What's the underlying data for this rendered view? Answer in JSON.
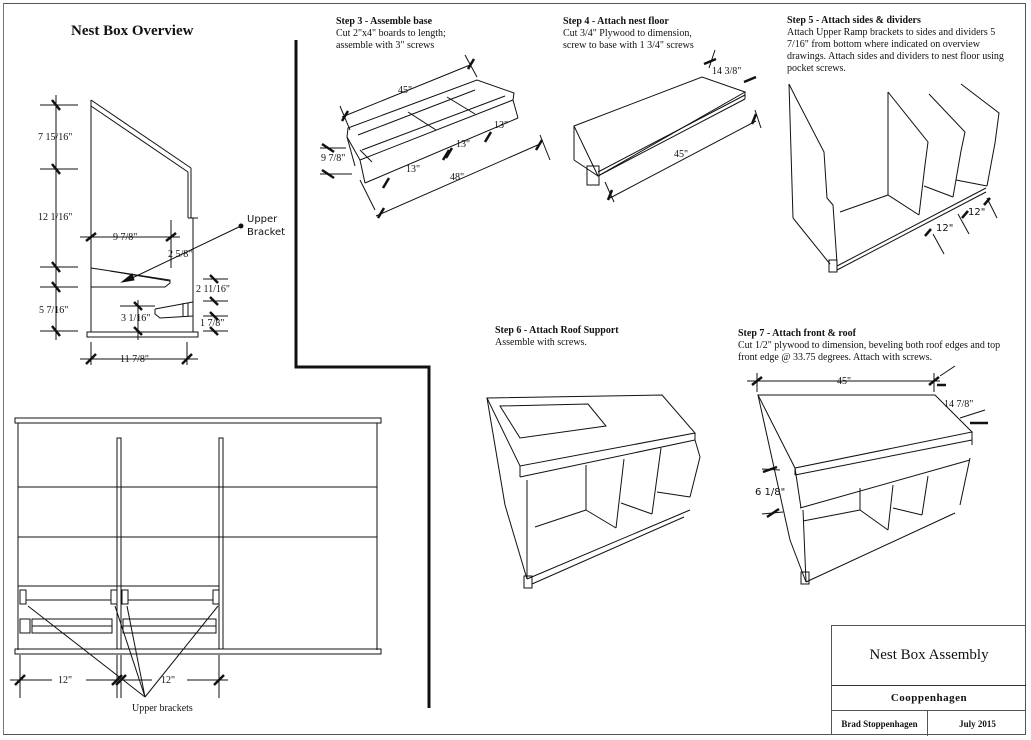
{
  "overview": {
    "title": "Nest Box Overview",
    "side_view_dims": {
      "roof_height": "7 15/16\"",
      "wall_height": "12 1/16\"",
      "lower_height": "5 7/16\"",
      "inner_depth": "9 7/8\"",
      "front_gap": "2 5/8\"",
      "ramp_rise": "2 11/16\"",
      "lip_height": "1 7/8\"",
      "bracket_height": "3 1/16\"",
      "total_depth": "11 7/8\""
    },
    "upper_bracket_label_line1": "Upper",
    "upper_bracket_label_line2": "Bracket",
    "front_view": {
      "left_spacing": "12\"",
      "right_spacing": "12\"",
      "brackets_label": "Upper brackets"
    }
  },
  "steps": [
    {
      "title": "Step 3 - Assemble base",
      "description": "Cut 2\"x4\" boards to length; assemble with 3\" screws",
      "dims": {
        "length": "45\"",
        "width": "9 7/8\"",
        "bay1": "13\"",
        "bay2": "13\"",
        "bay3": "13\"",
        "total": "48\""
      }
    },
    {
      "title": "Step 4 - Attach nest floor",
      "description": "Cut 3/4\" Plywood to dimension, screw to base with 1 3/4\" screws",
      "dims": {
        "depth": "14 3/8\"",
        "length": "45\""
      }
    },
    {
      "title": "Step 5 - Attach sides & dividers",
      "description": "Attach Upper Ramp brackets to sides and dividers 5 7/16\" from bottom where indicated on overview drawings.  Attach sides and dividers to nest floor using pocket screws.",
      "dims": {
        "spacing1": "12\"",
        "spacing2": "12\""
      }
    },
    {
      "title": "Step 6 - Attach Roof Support",
      "description": "Assemble with screws."
    },
    {
      "title": "Step 7 - Attach front & roof",
      "description": "Cut 1/2\" plywood to dimension, beveling both roof edges and top front edge @ 33.75 degrees.  Attach with screws.",
      "dims": {
        "length": "45\"",
        "depth": "14 7/8\"",
        "front_height": "6 1/8\""
      }
    }
  ],
  "title_block": {
    "drawing_title": "Nest Box Assembly",
    "organization": "Cooppenhagen",
    "author": "Brad Stoppenhagen",
    "date": "July 2015"
  }
}
